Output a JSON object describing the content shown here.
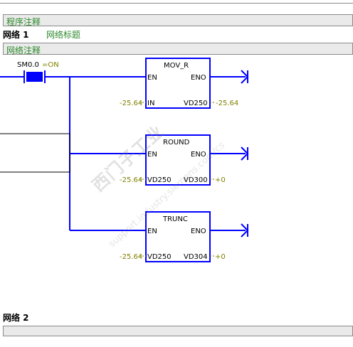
{
  "program_comment_label": "程序注释",
  "network1": {
    "title": "网络 1",
    "comment": "网络标题",
    "network_comment_label": "网络注释",
    "contact": {
      "label": "SM0.0",
      "state": "=ON"
    },
    "blocks": [
      {
        "name": "MOV_R",
        "en": "EN",
        "eno": "ENO",
        "in_pin": "IN",
        "in_value": "-25.64",
        "out_pin": "VD250",
        "out_value": "-25.64"
      },
      {
        "name": "ROUND",
        "en": "EN",
        "eno": "ENO",
        "in_pin": "VD250",
        "in_value": "-25.64",
        "out_pin": "VD300",
        "out_value": "+0"
      },
      {
        "name": "TRUNC",
        "en": "EN",
        "eno": "ENO",
        "in_pin": "VD250",
        "in_value": "-25.64",
        "out_pin": "VD304",
        "out_value": "+0"
      }
    ]
  },
  "network2": {
    "title": "网络 2"
  },
  "watermark": {
    "line1": "西门子工业",
    "line2": "support.industry.siemens.com/cs"
  },
  "colors": {
    "wire": "#0000ff",
    "comment_green": "#2f8a2f",
    "value_olive": "#808000",
    "bar_bg": "#e9eae9"
  }
}
